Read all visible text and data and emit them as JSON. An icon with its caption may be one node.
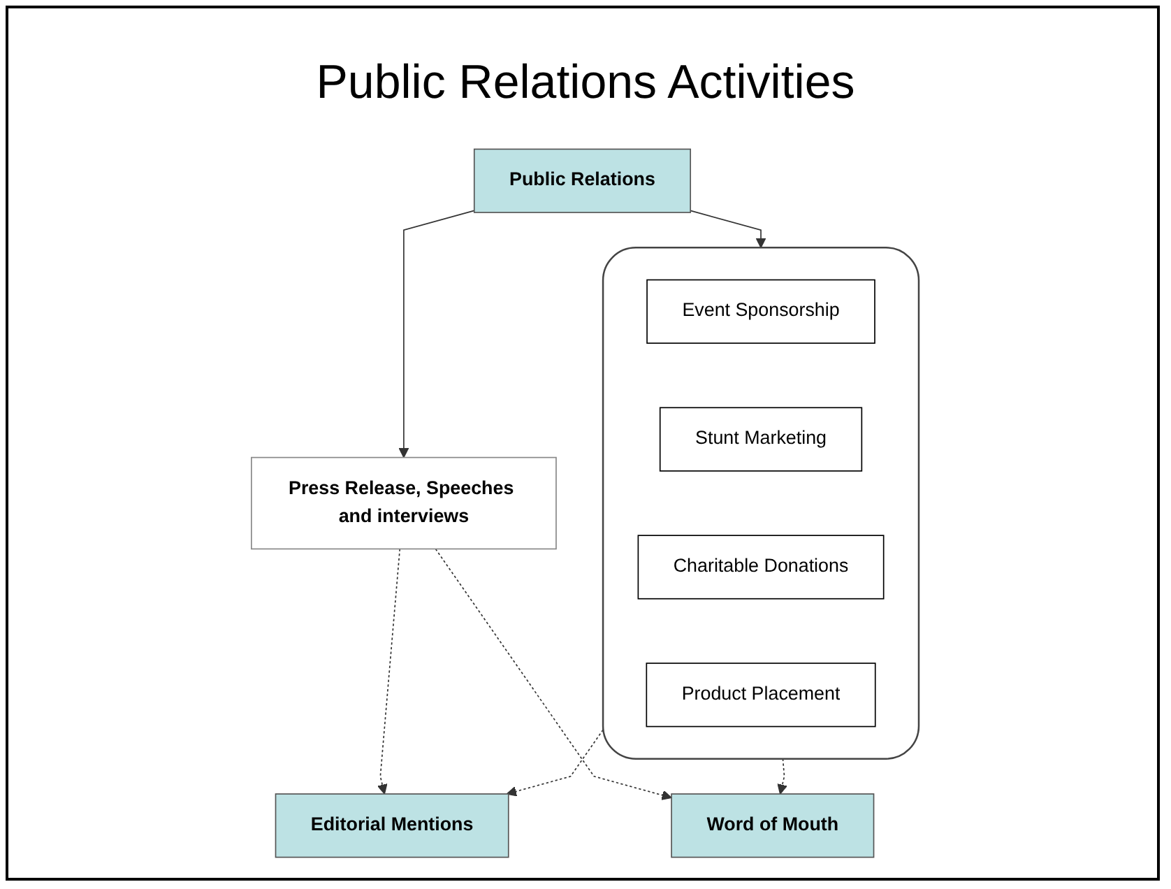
{
  "diagram": {
    "title": "Public Relations Activities",
    "nodes": [
      {
        "text": [
          "Public Relations"
        ]
      },
      {
        "text": [
          "Press Release, Speeches and interviews"
        ]
      },
      {
        "text": [],
        "shape": "bracket"
      },
      {
        "text": [
          "Event Sponsorship"
        ],
        "in": 2
      },
      {
        "text": [
          "Stunt Marketing"
        ],
        "in": 2
      },
      {
        "text": [
          "Charitable Donations"
        ],
        "in": 2
      },
      {
        "text": [
          "Product Placement"
        ],
        "in": 2
      },
      {
        "text": [
          "Editorial Mentions"
        ]
      },
      {
        "text": [
          "Word of Mouth"
        ]
      }
    ],
    "edges": [
      {
        "from": 0,
        "to": 1,
        "arrow": "to"
      },
      {
        "from": 0,
        "to": 2,
        "arrow": "to"
      },
      {
        "from": 1,
        "to": 7,
        "arrow": "to",
        "style": "dashed"
      },
      {
        "from": 1,
        "to": 8,
        "arrow": "to",
        "style": "dashed"
      },
      {
        "from": 2,
        "to": 7,
        "arrow": "to",
        "style": "dashed"
      },
      {
        "from": 2,
        "to": 8,
        "arrow": "to",
        "style": "dashed"
      }
    ]
  }
}
